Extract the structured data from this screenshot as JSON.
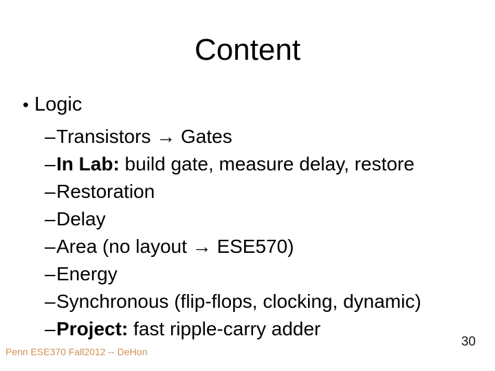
{
  "slide": {
    "title": "Content",
    "bullet": {
      "marker": "•",
      "label": "Logic"
    },
    "sub_items": [
      {
        "marker": "–",
        "bold": "",
        "text": "Transistors → Gates"
      },
      {
        "marker": "–",
        "bold": "In Lab:",
        "text": " build gate, measure delay, restore"
      },
      {
        "marker": "–",
        "bold": "",
        "text": "Restoration"
      },
      {
        "marker": "–",
        "bold": "",
        "text": "Delay"
      },
      {
        "marker": "–",
        "bold": "",
        "text": "Area (no layout → ESE570)"
      },
      {
        "marker": "–",
        "bold": "",
        "text": "Energy"
      },
      {
        "marker": "–",
        "bold": "",
        "text": "Synchronous (flip-flops, clocking, dynamic)"
      },
      {
        "marker": "–",
        "bold": "Project:",
        "text": " fast ripple-carry adder"
      }
    ],
    "footer": "Penn ESE370 Fall2012 -- DeHon",
    "page_number": "30",
    "colors": {
      "footer_text": "#cf9054",
      "body_text": "#000000"
    }
  }
}
